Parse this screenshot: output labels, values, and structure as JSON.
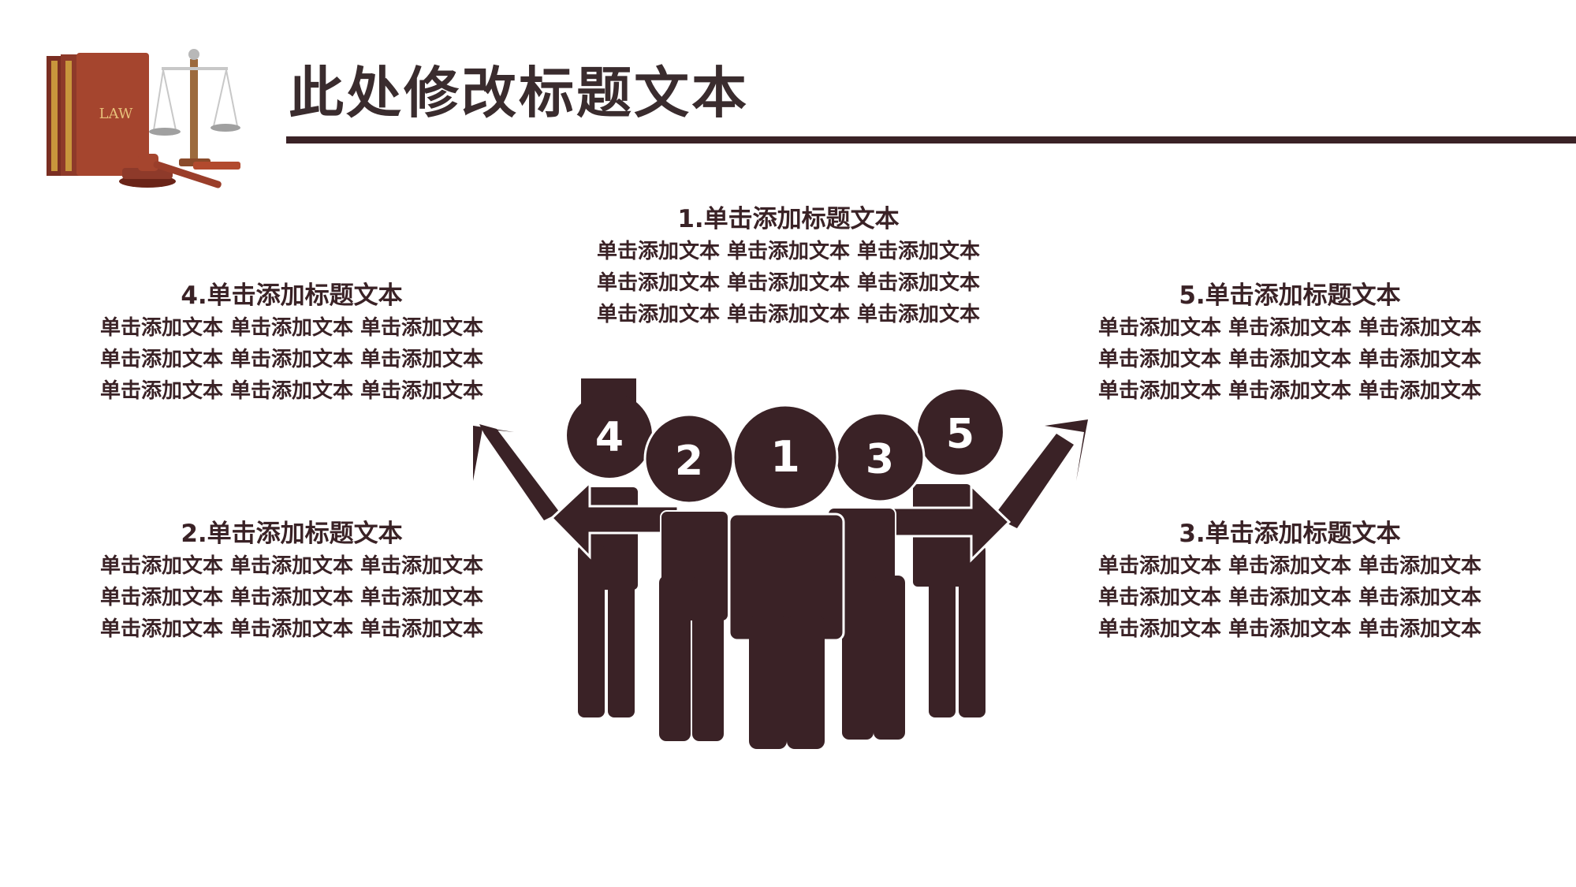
{
  "slide": {
    "title": "此处修改标题文本",
    "logo_text": "LAW",
    "accent_color": "#3a2226"
  },
  "figure": {
    "numbers": [
      "4",
      "2",
      "1",
      "3",
      "5"
    ]
  },
  "blocks": [
    {
      "title": "1.单击添加标题文本",
      "lines": [
        "单击添加文本 单击添加文本 单击添加文本",
        "单击添加文本 单击添加文本 单击添加文本",
        "单击添加文本 单击添加文本 单击添加文本"
      ]
    },
    {
      "title": "2.单击添加标题文本",
      "lines": [
        "单击添加文本 单击添加文本 单击添加文本",
        "单击添加文本 单击添加文本 单击添加文本",
        "单击添加文本 单击添加文本 单击添加文本"
      ]
    },
    {
      "title": "3.单击添加标题文本",
      "lines": [
        "单击添加文本 单击添加文本 单击添加文本",
        "单击添加文本 单击添加文本 单击添加文本",
        "单击添加文本 单击添加文本 单击添加文本"
      ]
    },
    {
      "title": "4.单击添加标题文本",
      "lines": [
        "单击添加文本 单击添加文本 单击添加文本",
        "单击添加文本 单击添加文本 单击添加文本",
        "单击添加文本 单击添加文本 单击添加文本"
      ]
    },
    {
      "title": "5.单击添加标题文本",
      "lines": [
        "单击添加文本 单击添加文本 单击添加文本",
        "单击添加文本 单击添加文本 单击添加文本",
        "单击添加文本 单击添加文本 单击添加文本"
      ]
    }
  ]
}
